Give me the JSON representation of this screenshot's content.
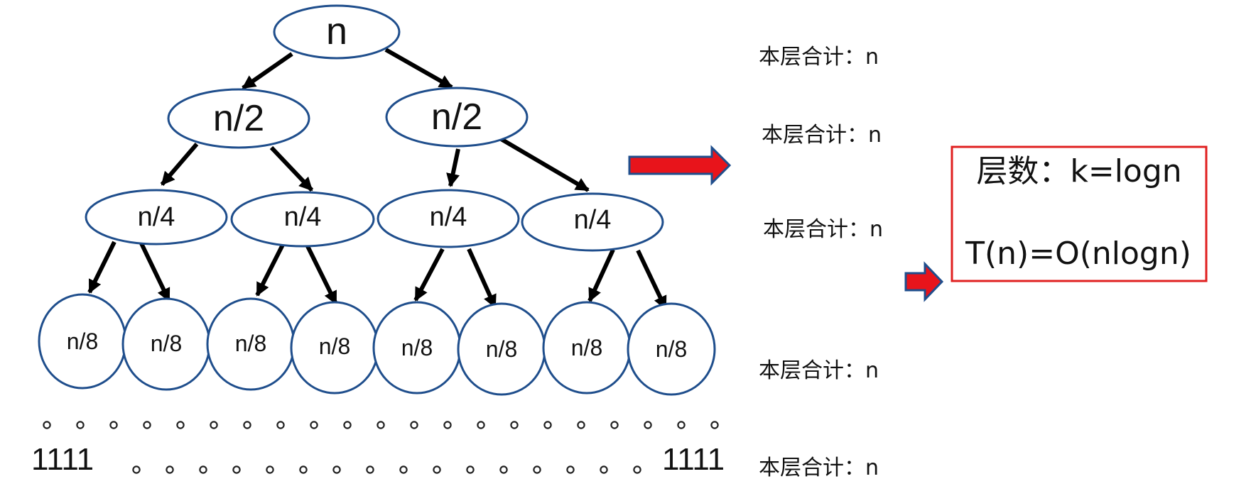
{
  "tree": {
    "root": "n",
    "level1": [
      "n/2",
      "n/2"
    ],
    "level2": [
      "n/4",
      "n/4",
      "n/4",
      "n/4"
    ],
    "level3": [
      "n/8",
      "n/8",
      "n/8",
      "n/8",
      "n/8",
      "n/8",
      "n/8",
      "n/8"
    ],
    "leaf_left": "1111",
    "leaf_right": "1111"
  },
  "level_sums": [
    "本层合计：n",
    "本层合计：n",
    "本层合计：n",
    "本层合计：n",
    "本层合计：n"
  ],
  "result_box": {
    "levels": "层数：k=logn",
    "complexity": "T(n)=O(nlogn)"
  },
  "colors": {
    "node_border": "#1f4e8c",
    "arrow_red": "#e8141b",
    "arrow_border": "#1f4e8c",
    "box_border": "#e02020"
  }
}
